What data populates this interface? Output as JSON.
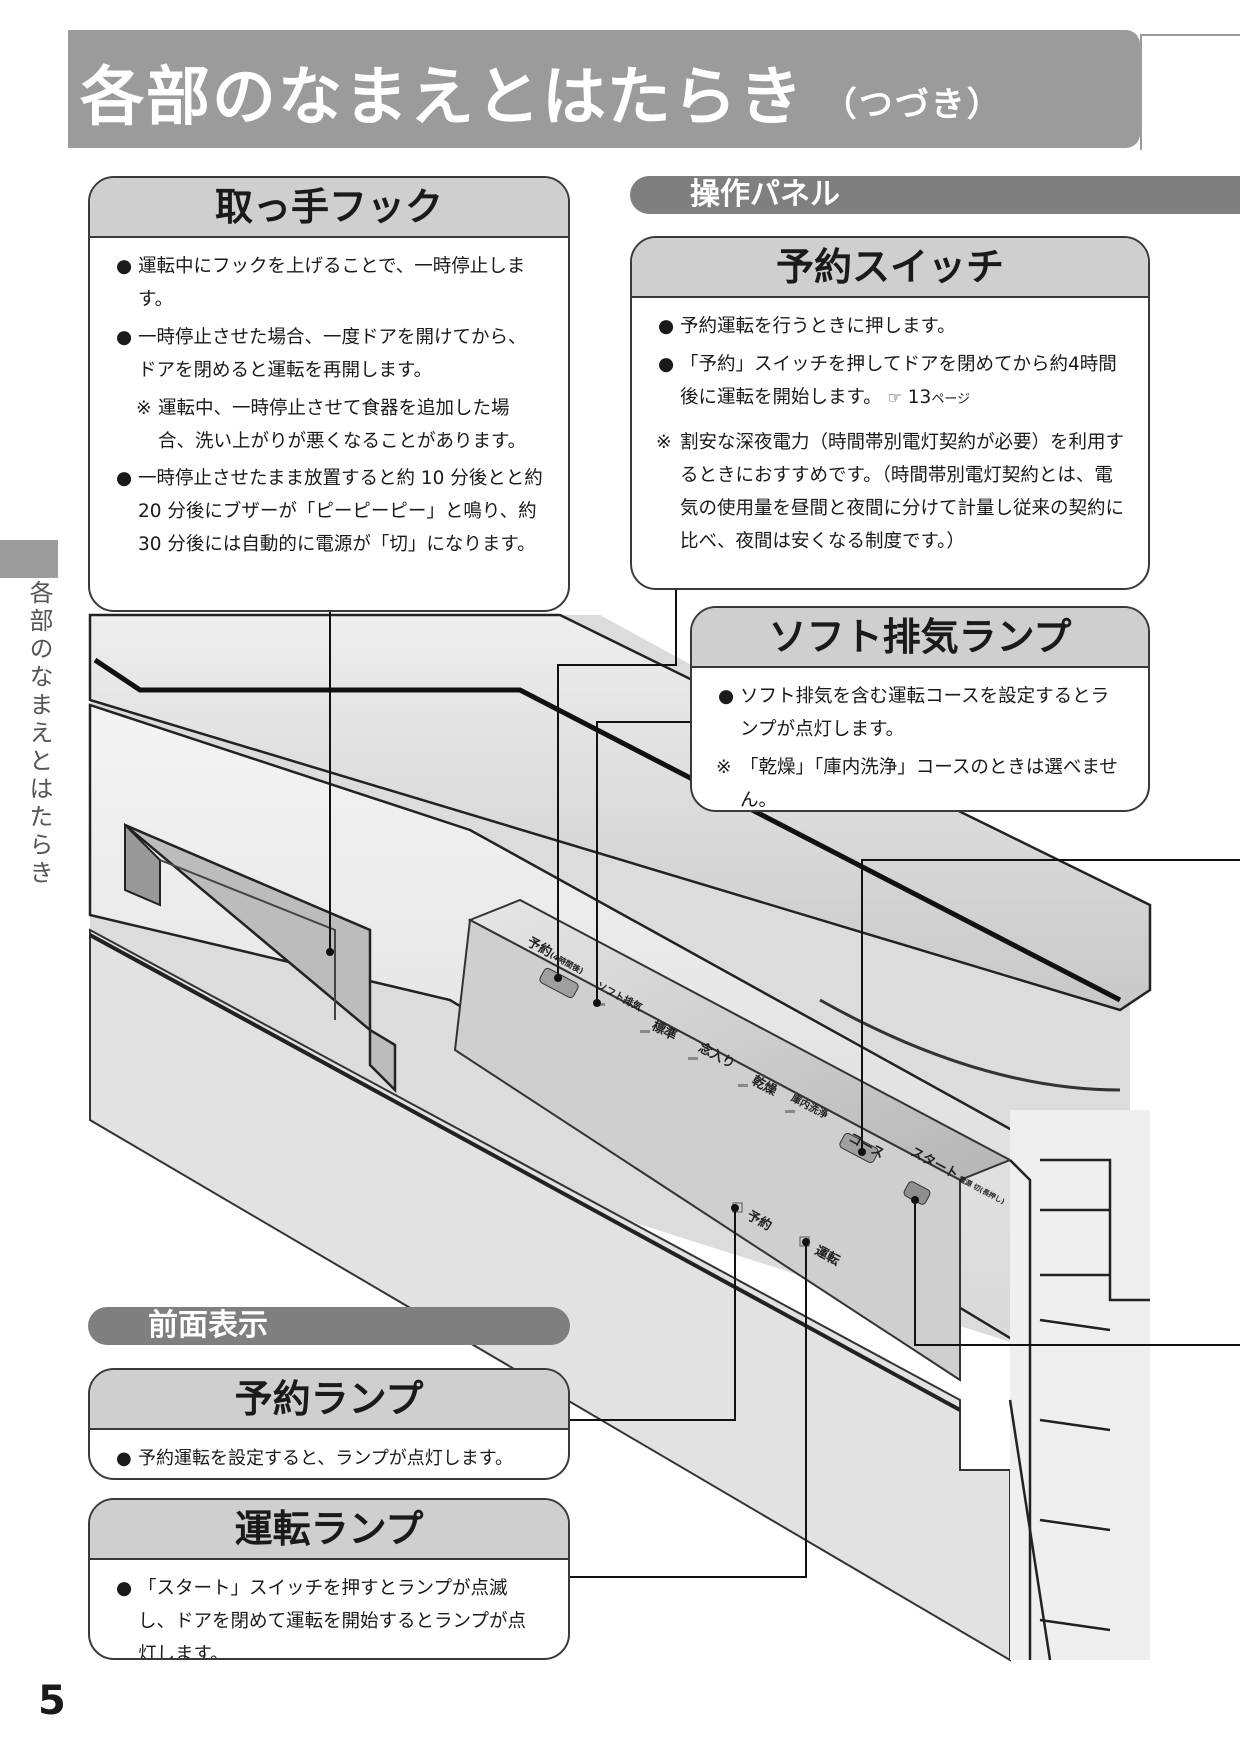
{
  "header": {
    "title": "各部のなまえとはたらき",
    "subtitle": "（つづき）"
  },
  "sidebar": {
    "chapter": "各部のなまえとはたらき"
  },
  "page_number": "5",
  "sections": {
    "operation_panel": "操作パネル",
    "front_display": "前面表示"
  },
  "handle_hook": {
    "title": "取っ手フック",
    "b1": "運転中にフックを上げることで、一時停止します。",
    "b2": "一時停止させた場合、一度ドアを開けてから、ドアを閉めると運転を再開します。",
    "n1": "運転中、一時停止させて食器を追加した場合、洗い上がりが悪くなることがあります。",
    "b3": "一時停止させたまま放置すると約 10 分後とと約 20 分後にブザーが「ピーピーピー」と鳴り、約 30 分後には自動的に電源が「切」になります。"
  },
  "reserve_switch": {
    "title": "予約スイッチ",
    "b1": "予約運転を行うときに押します。",
    "b2": "「予約」スイッチを押してドアを閉めてから約4時間後に運転を開始します。",
    "ref_icon": "☞",
    "ref_num": "13",
    "ref_unit": "ページ",
    "n1": "割安な深夜電力（時間帯別電灯契約が必要）を利用するときにおすすめです。（時間帯別電灯契約とは、電気の使用量を昼間と夜間に分けて計量し従来の契約に比べ、夜間は安くなる制度です。）"
  },
  "soft_exhaust": {
    "title": "ソフト排気ランプ",
    "b1": "ソフト排気を含む運転コースを設定するとランプが点灯します。",
    "n1": "「乾燥」「庫内洗浄」コースのときは選べません。"
  },
  "reserve_lamp": {
    "title": "予約ランプ",
    "b1": "予約運転を設定すると、ランプが点灯します。"
  },
  "run_lamp": {
    "title": "運転ランプ",
    "b1": "「スタート」スイッチを押すとランプが点滅し、ドアを閉めて運転を開始するとランプが点灯します。"
  },
  "panel_labels": {
    "yoyaku": "予約",
    "yoyaku_sub": "(4時間後)",
    "soft": "ソフト排気",
    "standard": "標準",
    "strong": "念入り",
    "dry": "乾燥",
    "clean": "庫内洗浄",
    "course": "コース",
    "start": "スタート",
    "start_sub": "電源 切(長押し)",
    "front_yoyaku": "予約",
    "front_unten": "運転"
  },
  "bullet_symbol": "●",
  "note_symbol": "※"
}
